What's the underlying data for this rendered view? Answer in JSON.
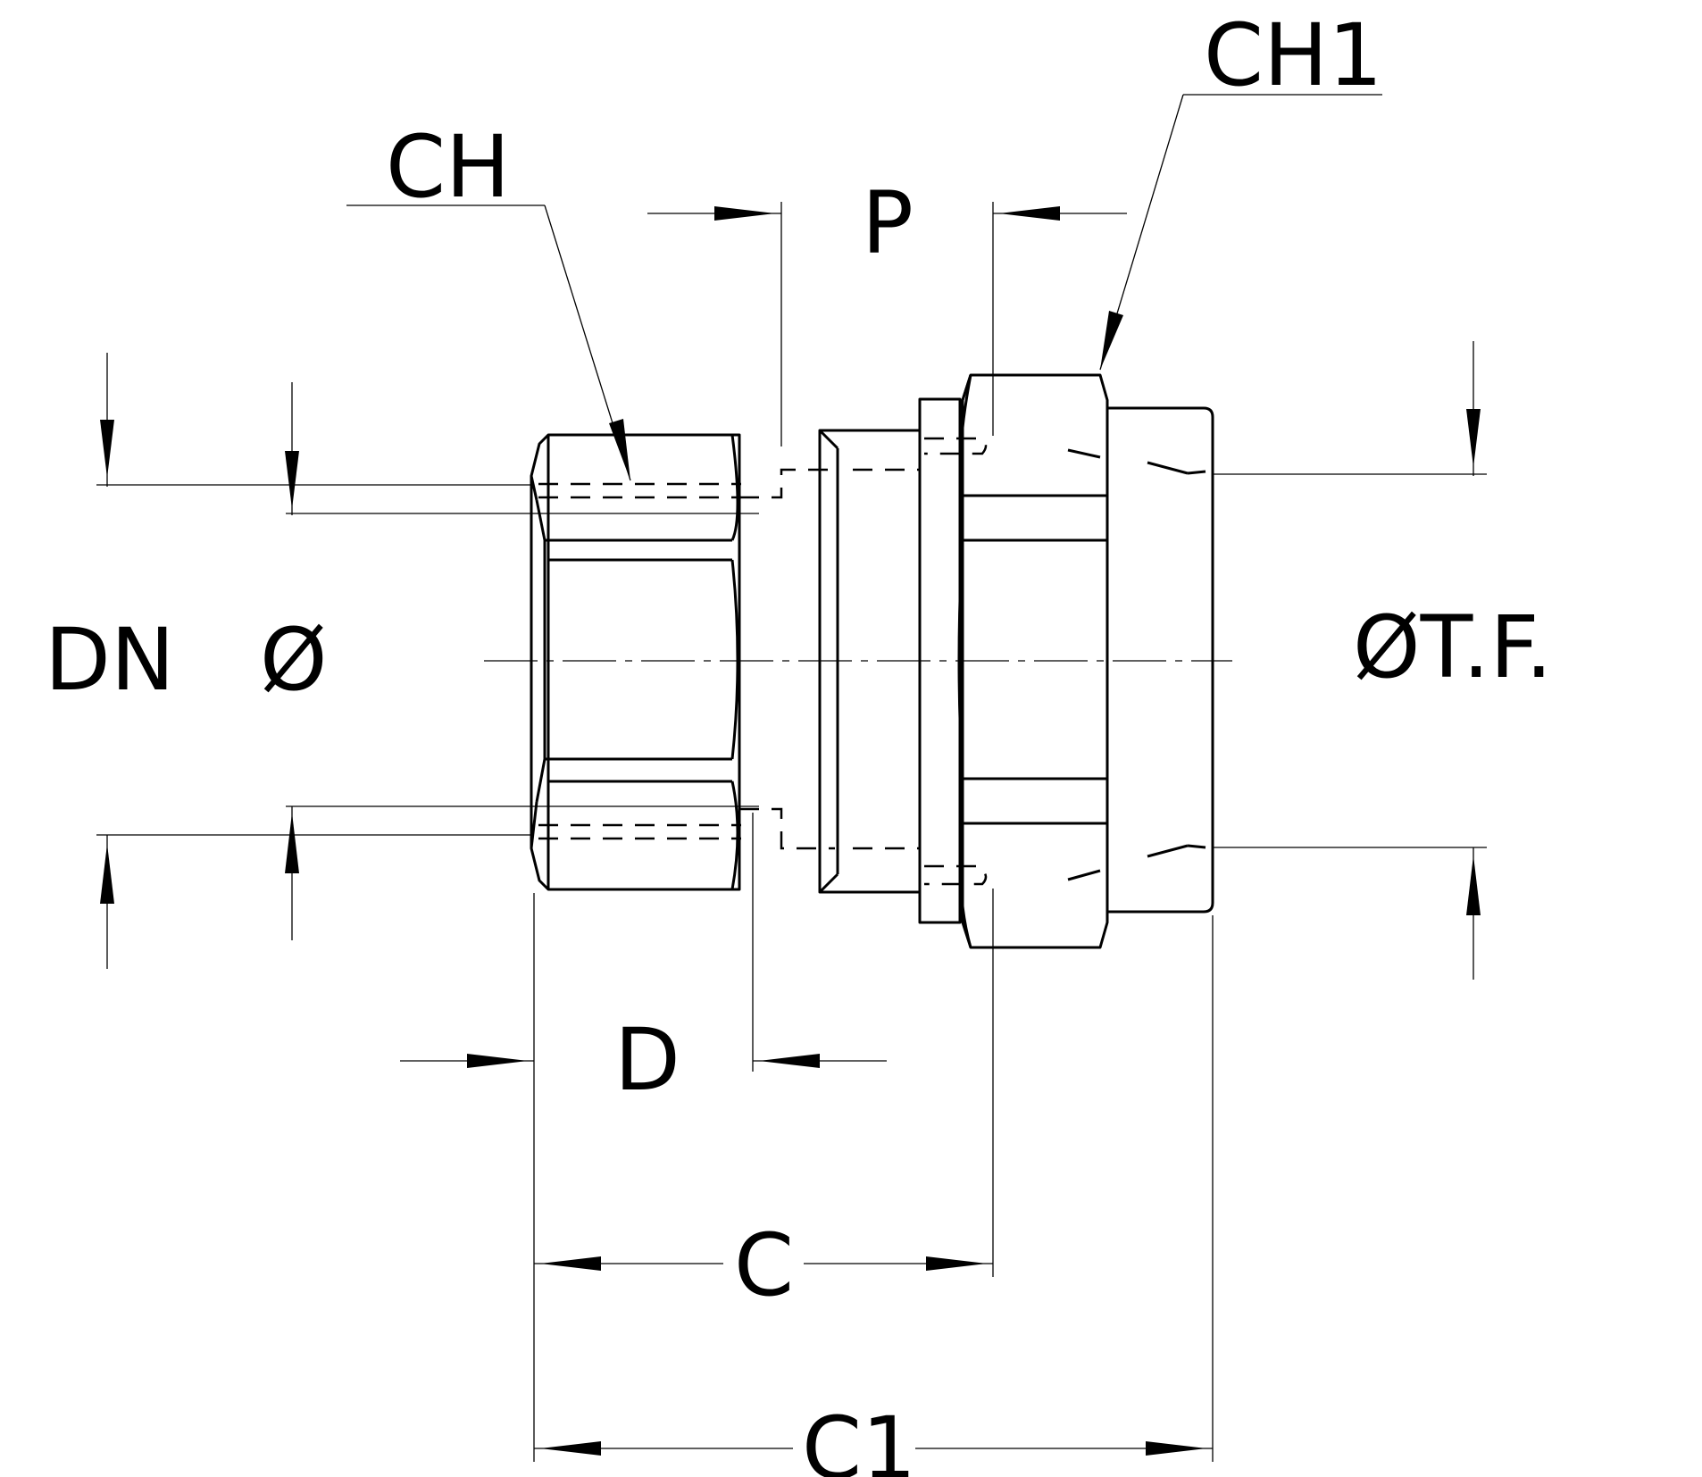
{
  "labels": {
    "ch": "CH",
    "ch1": "CH1",
    "p": "P",
    "dn": "DN",
    "diam": "Ø",
    "tf": "ØT.F.",
    "d": "D",
    "c": "C",
    "c1": "C1"
  }
}
